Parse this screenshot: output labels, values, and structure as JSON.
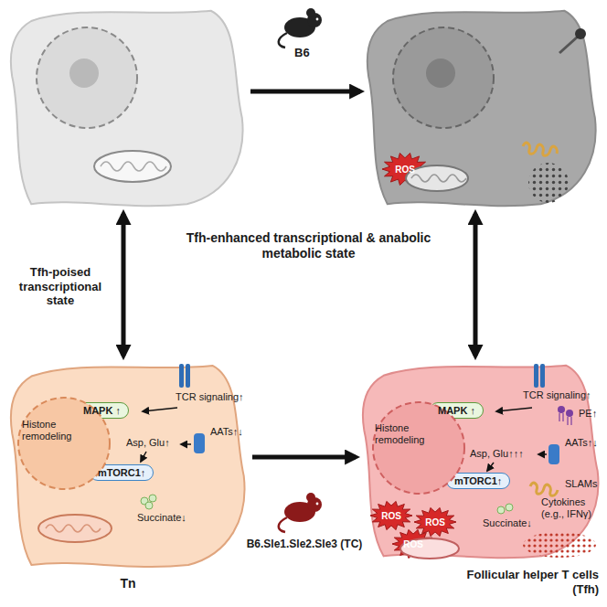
{
  "diagram": {
    "nodes": [
      {
        "text": []
      },
      {
        "text": []
      },
      {
        "text": [
          "ROS"
        ],
        "in": 1
      },
      {
        "text": [
          "Tn"
        ]
      },
      {
        "text": [
          "MAPK ↑"
        ],
        "in": 3
      },
      {
        "text": [
          "mTORC1↑"
        ],
        "in": 3
      },
      {
        "text": [
          "Follicular helper T cells (Tfh)"
        ]
      },
      {
        "text": [
          "MAPK ↑"
        ],
        "in": 6
      },
      {
        "text": [
          "mTORC1↑"
        ],
        "in": 6
      },
      {
        "text": [
          "ROS"
        ],
        "in": 6
      },
      {
        "text": [
          "ROS"
        ],
        "in": 6
      },
      {
        "text": [
          "ROS"
        ],
        "in": 6
      }
    ],
    "edges": [
      {
        "from": 0,
        "to": 1,
        "arrow": "to"
      },
      {
        "from": 0,
        "to": 3,
        "arrow": "both"
      },
      {
        "from": 1,
        "to": 6,
        "arrow": "both"
      },
      {
        "from": 3,
        "to": 6,
        "arrow": "to"
      }
    ],
    "labels": [
      "B6",
      "Tfh-poised transcriptional state",
      "Tfh-enhanced transcriptional & anabolic metabolic state",
      "TCR signaling↑",
      "Histone remodeling",
      "AATs↑↓",
      "Asp, Glu↑",
      "Succinate↓",
      "TCR signaling↑",
      "PE↑",
      "Histone remodeling",
      "AATs↑↓",
      "Asp, Glu↑↑↑",
      "SLAMs",
      "Succinate↓",
      "Cytokines (e.g., IFNγ)",
      "B6.Sle1.Sle2.Sle3 (TC)"
    ]
  }
}
